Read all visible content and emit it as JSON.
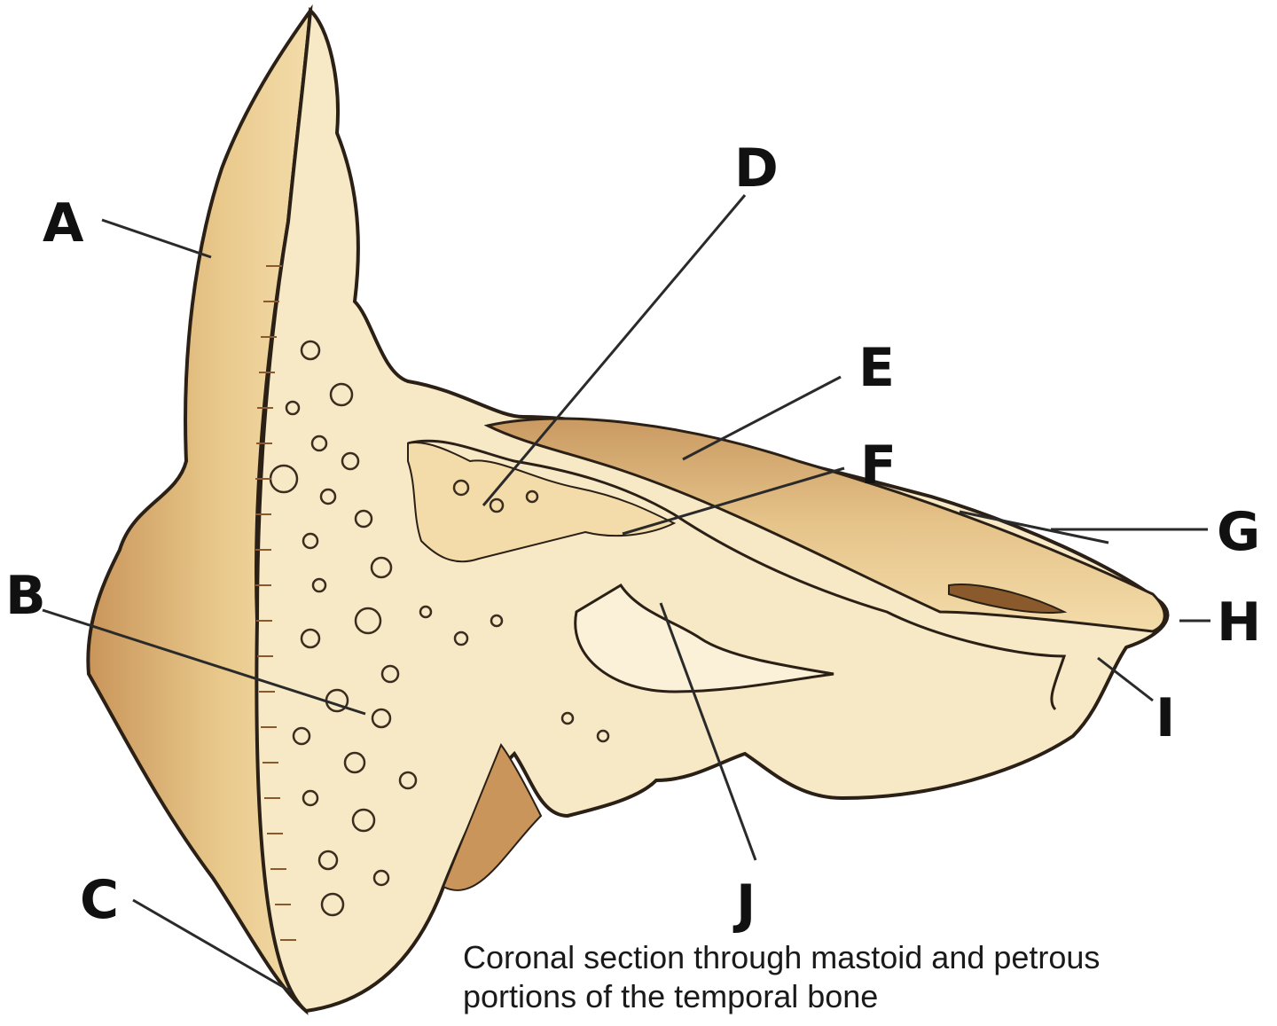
{
  "labels": {
    "A": "A",
    "B": "B",
    "C": "C",
    "D": "D",
    "E": "E",
    "F": "F",
    "G": "G",
    "H": "H",
    "I": "I",
    "J": "J"
  },
  "caption": {
    "line1": "Coronal section through mastoid and petrous",
    "line2": "portions of the temporal bone"
  },
  "colors": {
    "bone_light": "#f7e9c6",
    "bone_mid": "#e9c98c",
    "bone_dark": "#c9955a",
    "outline": "#2b2016"
  }
}
